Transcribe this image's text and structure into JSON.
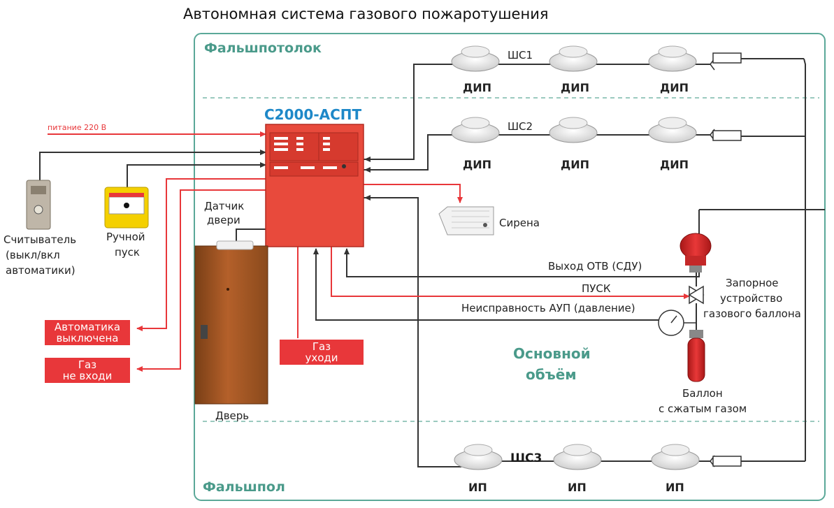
{
  "title": "Автономная система газового пожаротушения",
  "zones": {
    "ceiling": "Фальшпотолок",
    "floor": "Фальшпол",
    "main_volume_line1": "Основной",
    "main_volume_line2": "объём"
  },
  "panel": {
    "name": "С2000-АСПТ"
  },
  "power": {
    "label": "питание 220 В"
  },
  "loops": {
    "shs1": "ШС1",
    "shs2": "ШС2",
    "shs3": "ШС3"
  },
  "detectors": {
    "dip": "ДИП",
    "ip": "ИП"
  },
  "devices": {
    "reader_line1": "Считыватель",
    "reader_line2": "(выкл/вкл",
    "reader_line3": "автоматики)",
    "manual_line1": "Ручной",
    "manual_line2": "пуск",
    "door_sensor_line1": "Датчик",
    "door_sensor_line2": "двери",
    "door": "Дверь",
    "siren": "Сирена",
    "valve_line1": "Запорное",
    "valve_line2": "устройство",
    "valve_line3": "газового баллона",
    "cylinder_line1": "Баллон",
    "cylinder_line2": "с сжатым газом"
  },
  "signals": {
    "otv": "Выход ОТВ (СДУ)",
    "pusk": "ПУСК",
    "fault": "Неисправность АУП (давление)"
  },
  "boards": {
    "auto_off_line1": "Автоматика",
    "auto_off_line2": "выключена",
    "gas_no_enter_line1": "Газ",
    "gas_no_enter_line2": "не входи",
    "gas_leave_line1": "Газ",
    "gas_leave_line2": "уходи"
  },
  "colors": {
    "accent": "#4a9a8a",
    "signal_red": "#e8373a",
    "panel_red": "#e84a3c",
    "wire": "#333333"
  }
}
